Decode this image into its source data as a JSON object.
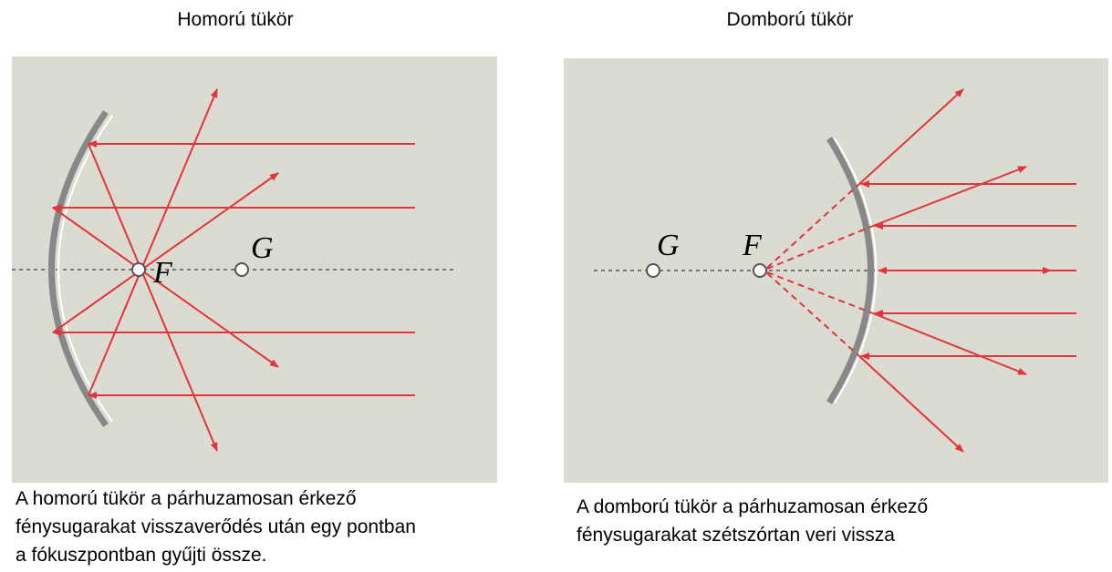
{
  "concave": {
    "title": "Homorú tükör",
    "caption": "A homorú tükör a párhuzamosan érkező\nfénysugarakat visszaverődés után egy pontban\na fókuszpontban gyűjti össze.",
    "focus_label": "F",
    "center_label": "G"
  },
  "convex": {
    "title": "Domború tükör",
    "caption": "A domború tükör a párhuzamosan érkező\nfénysugarakat szétszórtan veri vissza",
    "focus_label": "F",
    "center_label": "G"
  },
  "colors": {
    "ray": "#e0353a",
    "mirror": "#888888",
    "panel": "#dcdbd1",
    "axis": "#777777"
  }
}
